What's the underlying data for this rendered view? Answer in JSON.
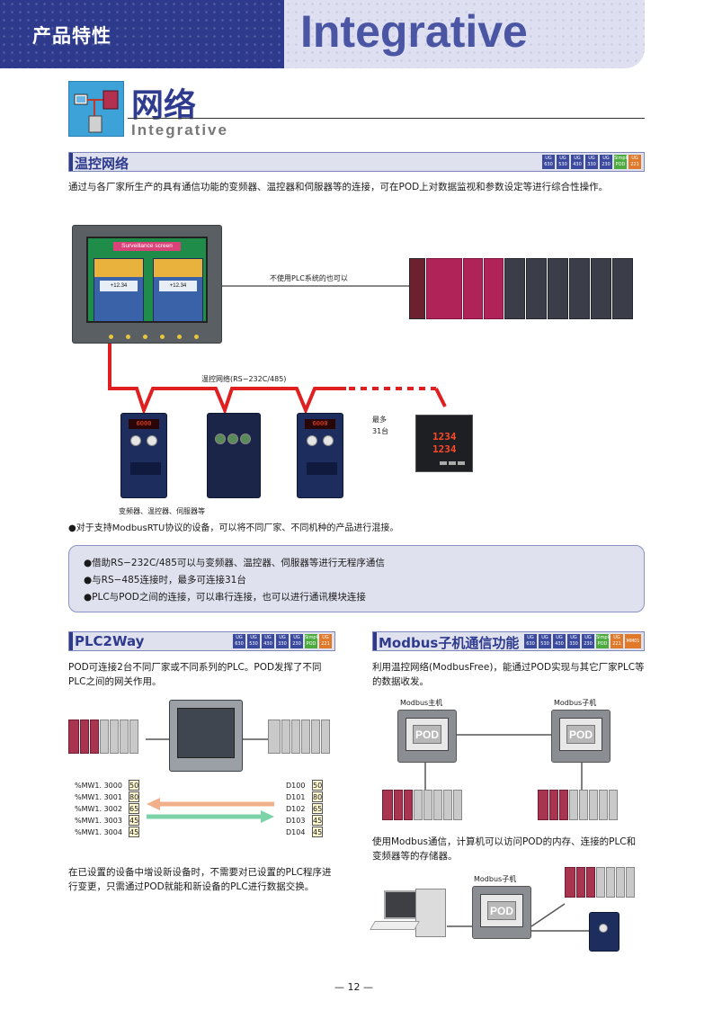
{
  "header": {
    "category": "产品特性",
    "banner": "Integrative"
  },
  "section": {
    "title": "网络",
    "subtitle": "Integrative"
  },
  "badges_std": [
    "UG|630",
    "UG|530",
    "UG|430",
    "UG|330",
    "UG|230",
    "Simple|POD",
    "UG|221"
  ],
  "badges_modbus_extra": "MM01",
  "temp_network": {
    "heading": "温控网络",
    "description": "通过与各厂家所生产的具有通信功能的变频器、温控器和伺服器等的连接，可在POD上对数据监视和参数设定等进行综合性操作。",
    "screen_title": "Surveillance screen",
    "panel_value": "+12.34",
    "plc_note": "不使用PLC系统的也可以",
    "network_label": "温控网络(RS−232C/485)",
    "max_label_1": "最多",
    "max_label_2": "31台",
    "device_caption": "变频器、温控器、伺服器等",
    "inverter_display": "6000",
    "tc_reading_1": "1234",
    "tc_reading_2": "1234",
    "note": "●对于支持ModbusRTU协议的设备，可以将不同厂家、不同机种的产品进行混接。",
    "conditions": [
      "●借助RS−232C/485可以与变频器、温控器、伺服器等进行无程序通信",
      "●与RS−485连接时，最多可连接31台",
      "●PLC与POD之间的连接，可以串行连接，也可以进行通讯模块连接"
    ]
  },
  "plc2way": {
    "heading": "PLC2Way",
    "description": "POD可连接2台不同厂家或不同系列的PLC。POD发挥了不同PLC之间的网关作用。",
    "left_regs": [
      {
        "addr": "%MW1. 3000",
        "val": "50"
      },
      {
        "addr": "%MW1. 3001",
        "val": "80"
      },
      {
        "addr": "%MW1. 3002",
        "val": "65"
      },
      {
        "addr": "%MW1. 3003",
        "val": "45"
      },
      {
        "addr": "%MW1. 3004",
        "val": "45"
      }
    ],
    "right_regs": [
      {
        "addr": "D100",
        "val": "50"
      },
      {
        "addr": "D101",
        "val": "80"
      },
      {
        "addr": "D102",
        "val": "65"
      },
      {
        "addr": "D103",
        "val": "45"
      },
      {
        "addr": "D104",
        "val": "45"
      }
    ],
    "footer": "在已设置的设备中增设新设备时，不需要对已设置的PLC程序进行变更，只需通过POD就能和新设备的PLC进行数据交换。"
  },
  "modbus": {
    "heading": "Modbus子机通信功能",
    "description": "利用温控网络(ModbusFree)，能通过POD实现与其它厂家PLC等的数据收发。",
    "master_label": "Modbus主机",
    "slave_label": "Modbus子机",
    "pod_label": "POD",
    "description2": "使用Modbus通信，计算机可以访问POD的内存、连接的PLC和变频器等的存储器。",
    "slave_label2": "Modbus子机"
  },
  "page_number": "— 12 —"
}
